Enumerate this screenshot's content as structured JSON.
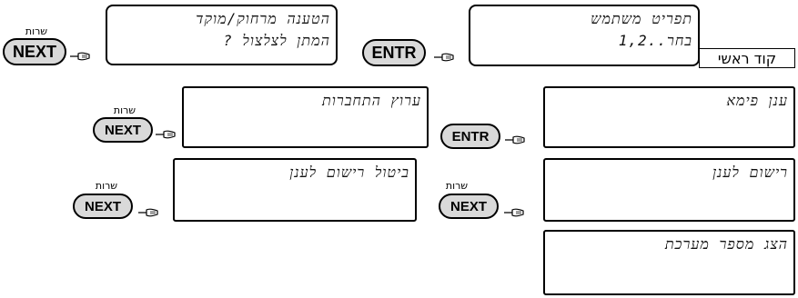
{
  "screens": {
    "main_menu": {
      "line1": "תפריט משתמש",
      "line2": "בחר..1,2"
    },
    "confirm_call": {
      "line1": "הטענה מרחוק/מוקד",
      "line2": "המתן לצלצול ?"
    },
    "answer_call": {
      "line1": "ענן פימא",
      "line2": ""
    },
    "comm_channel": {
      "line1": "ערוץ התחברות",
      "line2": ""
    },
    "register_cloud": {
      "line1": "רישום לענן",
      "line2": ""
    },
    "unregister_cloud": {
      "line1": "ביטול רישום לענן",
      "line2": ""
    },
    "show_system_number": {
      "line1": "הצג מספר מערכת",
      "line2": ""
    }
  },
  "keys": {
    "next": "NEXT",
    "entr": "ENTR",
    "shirut": "שרות"
  },
  "side_label": "קוד ראשי",
  "colors": {
    "key_fill": "#d9d9d9",
    "border": "#000000"
  }
}
